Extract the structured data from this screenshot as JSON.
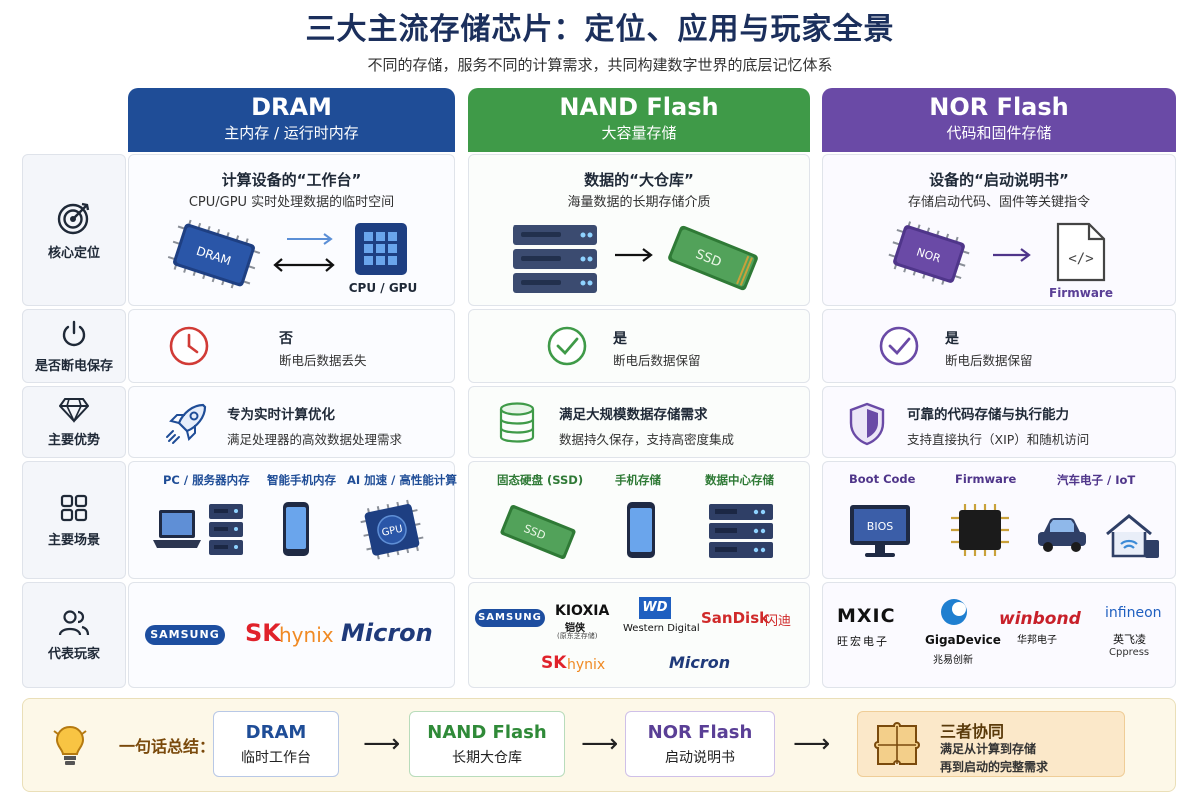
{
  "title": "三大主流存储芯片：定位、应用与玩家全景",
  "subtitle": "不同的存储，服务不同的计算需求，共同构建数字世界的底层记忆体系",
  "colors": {
    "dram": "#1f4d97",
    "nand": "#3f9a48",
    "nor": "#6a4aa6",
    "summary_bg": "#fdf8e8"
  },
  "row_labels": {
    "positioning": "核心定位",
    "power_retention": "是否断电保存",
    "advantage": "主要优势",
    "scenarios": "主要场景",
    "players": "代表玩家"
  },
  "row_icons": [
    "target-icon",
    "power-icon",
    "diamond-icon",
    "grid-icon",
    "users-icon"
  ],
  "columns": {
    "dram": {
      "name": "DRAM",
      "subtitle": "主内存 / 运行时内存",
      "pos_title": "计算设备的“工作台”",
      "pos_desc": "CPU/GPU 实时处理数据的临时空间",
      "chip_label": "DRAM",
      "target_label": "CPU / GPU",
      "retention_title": "否",
      "retention_desc": "断电后数据丢失",
      "adv_title": "专为实时计算优化",
      "adv_desc": "满足处理器的高效数据处理需求",
      "scenarios": [
        "PC / 服务器内存",
        "智能手机内存",
        "AI 加速 / 高性能计算"
      ],
      "gpu_label": "GPU",
      "players": [
        "SAMSUNG",
        "SK",
        "hynix",
        "Micron"
      ]
    },
    "nand": {
      "name": "NAND Flash",
      "subtitle": "大容量存储",
      "pos_title": "数据的“大仓库”",
      "pos_desc": "海量数据的长期存储介质",
      "ssd_label": "SSD",
      "retention_title": "是",
      "retention_desc": "断电后数据保留",
      "adv_title": "满足大规模数据存储需求",
      "adv_desc": "数据持久保存，支持高密度集成",
      "scenarios": [
        "固态硬盘 (SSD)",
        "手机存储",
        "数据中心存储"
      ],
      "players": [
        "SAMSUNG",
        "KIOXIA",
        "铠侠",
        "(原东芝存储)",
        "WD",
        "Western Digital",
        "SanDisk",
        "闪迪",
        "SK",
        "hynix",
        "Micron"
      ]
    },
    "nor": {
      "name": "NOR Flash",
      "subtitle": "代码和固件存储",
      "pos_title": "设备的“启动说明书”",
      "pos_desc": "存储启动代码、固件等关键指令",
      "chip_label": "NOR",
      "target_label": "Firmware",
      "retention_title": "是",
      "retention_desc": "断电后数据保留",
      "adv_title": "可靠的代码存储与执行能力",
      "adv_desc": "支持直接执行（XIP）和随机访问",
      "scenarios": [
        "Boot Code",
        "Firmware",
        "汽车电子 / IoT"
      ],
      "bios_label": "BIOS",
      "players": [
        "MXIC",
        "旺宏电子",
        "GigaDevice",
        "兆易创新",
        "winbond",
        "华邦电子",
        "infineon",
        "英飞凌",
        "Cppress"
      ]
    }
  },
  "summary": {
    "label": "一句话总结：",
    "items": [
      {
        "name": "DRAM",
        "desc": "临时工作台"
      },
      {
        "name": "NAND Flash",
        "desc": "长期大仓库"
      },
      {
        "name": "NOR Flash",
        "desc": "启动说明书"
      }
    ],
    "final_title": "三者协同",
    "final_desc1": "满足从计算到存储",
    "final_desc2": "再到启动的完整需求"
  }
}
